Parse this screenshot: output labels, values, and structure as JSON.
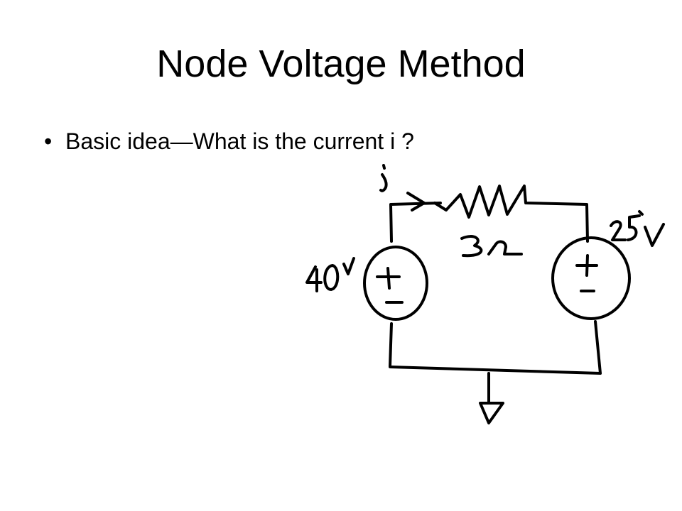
{
  "slide": {
    "title": "Node Voltage Method",
    "bullet_symbol": "•",
    "bullet_text": "Basic idea—What is the current i ?"
  },
  "diagram": {
    "current_label": "i",
    "resistor_label": "3Ω",
    "left_source_label": "40V",
    "right_source_label": "25V",
    "ground_label": "",
    "ink_color": "#000000"
  }
}
